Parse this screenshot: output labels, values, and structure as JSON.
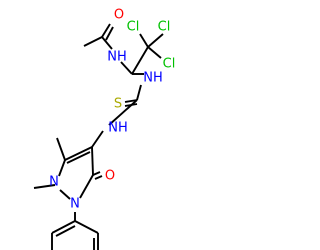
{
  "colors": {
    "bond": "#000000",
    "oxygen": "#ff0000",
    "nitrogen": "#0000ff",
    "chlorine": "#00c000",
    "sulfur": "#aaaa00"
  },
  "atoms": {
    "o_acetyl": "O",
    "nh_amide": "NH",
    "cl_1": "Cl",
    "cl_2": "Cl",
    "cl_3": "Cl",
    "nh_thiourea_1": "NH",
    "s_thio": "S",
    "nh_thiourea_2": "NH",
    "n_ring_1": "N",
    "n_ring_2": "N",
    "o_ring": "O"
  }
}
